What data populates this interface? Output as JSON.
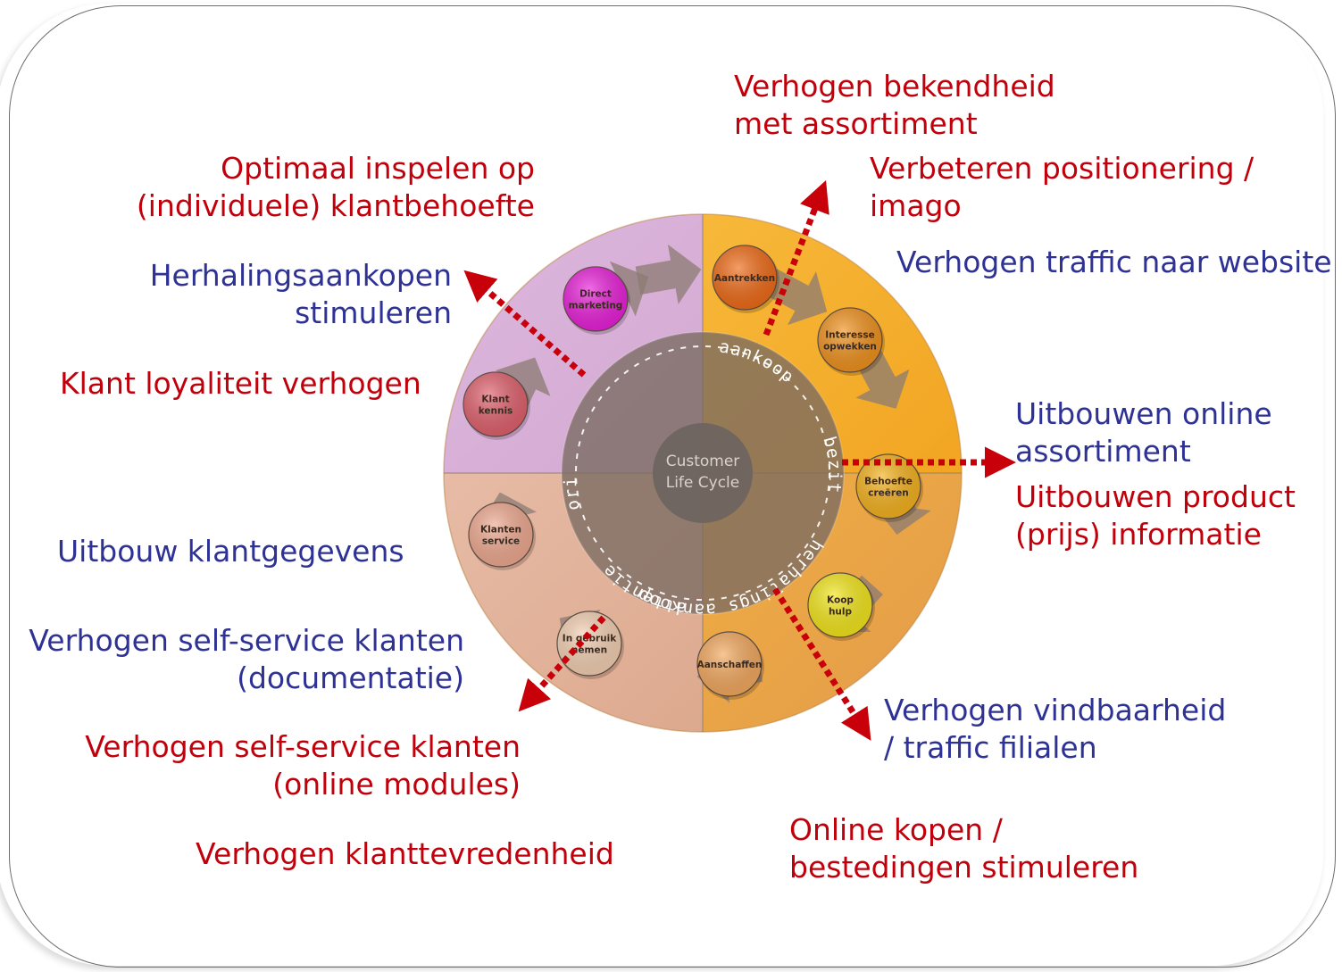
{
  "wheel": {
    "center_label": [
      "Customer",
      "Life Cycle"
    ],
    "steps": [
      {
        "lines": [
          "Aantrekken"
        ],
        "color": "#ef6a16"
      },
      {
        "lines": [
          "Interesse",
          "opwekken"
        ],
        "color": "#f0911c"
      },
      {
        "lines": [
          "Behoefte",
          "creëren"
        ],
        "color": "#f5b21c"
      },
      {
        "lines": [
          "Koop",
          "hulp"
        ],
        "color": "#f3e619"
      },
      {
        "lines": [
          "Aanschaffen"
        ],
        "color": "#f3a85d"
      },
      {
        "lines": [
          "In gebruik",
          "nemen"
        ],
        "color": "#f4d0b2"
      },
      {
        "lines": [
          "Klanten",
          "service"
        ],
        "color": "#efa98f"
      },
      {
        "lines": [
          "Klant",
          "kennis"
        ],
        "color": "#e0606d"
      },
      {
        "lines": [
          "Direct",
          "marketing"
        ],
        "color": "#e91fd9"
      }
    ],
    "phases": [
      "attentie",
      "oriëntatie",
      "aankoop",
      "bezit",
      "herhalings aankoop"
    ],
    "quadrant_colors": {
      "top_left": "#d8b0d8",
      "top_right": "#f5b230",
      "bottom_right": "#eea747",
      "bottom_left": "#e3b39a"
    }
  },
  "labels": {
    "bekendheid": [
      "Verhogen bekendheid",
      "met assortiment"
    ],
    "positionering": [
      "Verbeteren positionering /",
      "imago"
    ],
    "traffic_website": [
      "Verhogen traffic naar website"
    ],
    "klantbehoefte": [
      "Optimaal inspelen op",
      "(individuele) klantbehoefte"
    ],
    "herhalingsaankopen": [
      "Herhalingsaankopen",
      "stimuleren"
    ],
    "loyaliteit": [
      "Klant loyaliteit verhogen"
    ],
    "online_assortiment": [
      "Uitbouwen online",
      "assortiment"
    ],
    "product_informatie": [
      "Uitbouwen product",
      "(prijs) informatie"
    ],
    "klantgegevens": [
      "Uitbouw klantgegevens"
    ],
    "self_service_doc": [
      "Verhogen self-service klanten",
      "(documentatie)"
    ],
    "self_service_online": [
      "Verhogen self-service klanten",
      "(online modules)"
    ],
    "klanttevredenheid": [
      "Verhogen klanttevredenheid"
    ],
    "vindbaarheid": [
      "Verhogen vindbaarheid",
      "/ traffic filialen"
    ],
    "online_kopen": [
      "Online kopen /",
      "bestedingen stimuleren"
    ]
  },
  "colors": {
    "red": "#c0000b",
    "blue": "#2e3294",
    "arrow": "#c8000a"
  }
}
